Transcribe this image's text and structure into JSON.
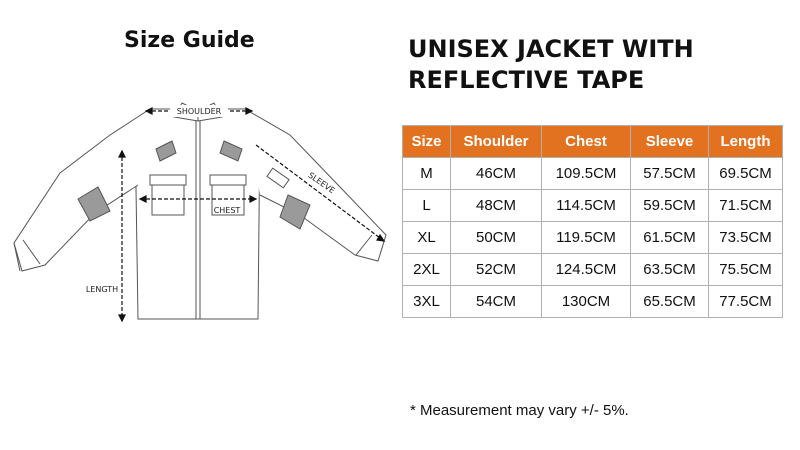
{
  "guide_title": "Size Guide",
  "product_title": [
    "UNISEX JACKET WITH",
    "REFLECTIVE TAPE"
  ],
  "diagram_labels": {
    "shoulder": "SHOULDER",
    "sleeve": "SLEEVE",
    "chest": "CHEST",
    "length": "LENGTH"
  },
  "table": {
    "headers": [
      "Size",
      "Shoulder",
      "Chest",
      "Sleeve",
      "Length"
    ],
    "rows": [
      [
        "M",
        "46CM",
        "109.5CM",
        "57.5CM",
        "69.5CM"
      ],
      [
        "L",
        "48CM",
        "114.5CM",
        "59.5CM",
        "71.5CM"
      ],
      [
        "XL",
        "50CM",
        "119.5CM",
        "61.5CM",
        "73.5CM"
      ],
      [
        "2XL",
        "52CM",
        "124.5CM",
        "63.5CM",
        "75.5CM"
      ],
      [
        "3XL",
        "54CM",
        "130CM",
        "65.5CM",
        "77.5CM"
      ]
    ]
  },
  "note": "* Measurement may vary +/- 5%.",
  "colors": {
    "header_fill": "#e2721f",
    "header_text": "#ffffff",
    "reflective_tape": "#9a9a9a"
  }
}
